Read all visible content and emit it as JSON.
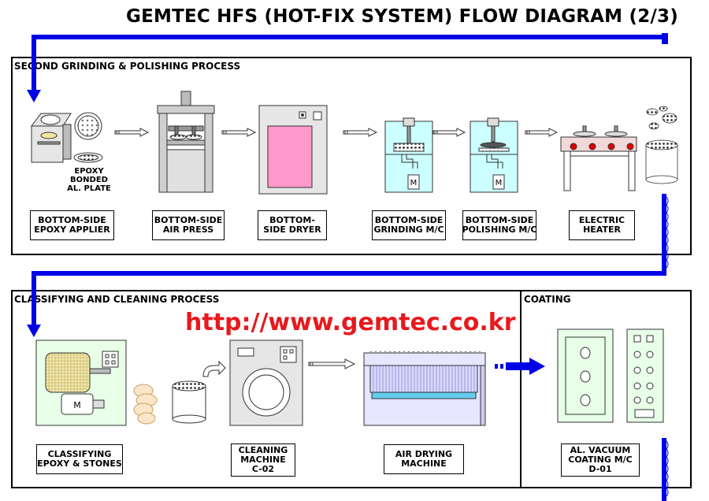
{
  "title": "GEMTEC HFS (HOT-FIX SYSTEM) FLOW DIAGRAM (2/3)",
  "url": "http://www.gemtec.co.kr",
  "sections": {
    "grinding": "SECOND GRINDING & POLISHING PROCESS",
    "classifying": "CLASSIFYING AND CLEANING PROCESS",
    "coating": "COATING"
  },
  "epoxy_note": [
    "EPOXY",
    "BONDED",
    "AL. PLATE"
  ],
  "machines": {
    "epoxy_applier": [
      "BOTTOM-SIDE",
      "EPOXY APPLIER"
    ],
    "air_press": [
      "BOTTOM-SIDE",
      "AIR PRESS"
    ],
    "dryer": [
      "BOTTOM-",
      "SIDE DRYER"
    ],
    "grinding": [
      "BOTTOM-SIDE",
      "GRINDING M/C"
    ],
    "polishing": [
      "BOTTOM-SIDE",
      "POLISHING M/C"
    ],
    "heater": [
      "ELECTRIC",
      "HEATER"
    ],
    "classifying": [
      "CLASSIFYING",
      "EPOXY & STONES"
    ],
    "cleaning": [
      "CLEANING",
      "MACHINE",
      "C-02"
    ],
    "air_drying": [
      "AIR DRYING",
      "MACHINE"
    ],
    "vacuum": [
      "AL. VACUUM",
      "COATING M/C",
      "D-01"
    ]
  },
  "motor_label": "M",
  "colors": {
    "flow_line": "#0000e6",
    "url": "#e8191e",
    "dryer_panel": "#ff99cc",
    "bath": "#ccffff"
  }
}
